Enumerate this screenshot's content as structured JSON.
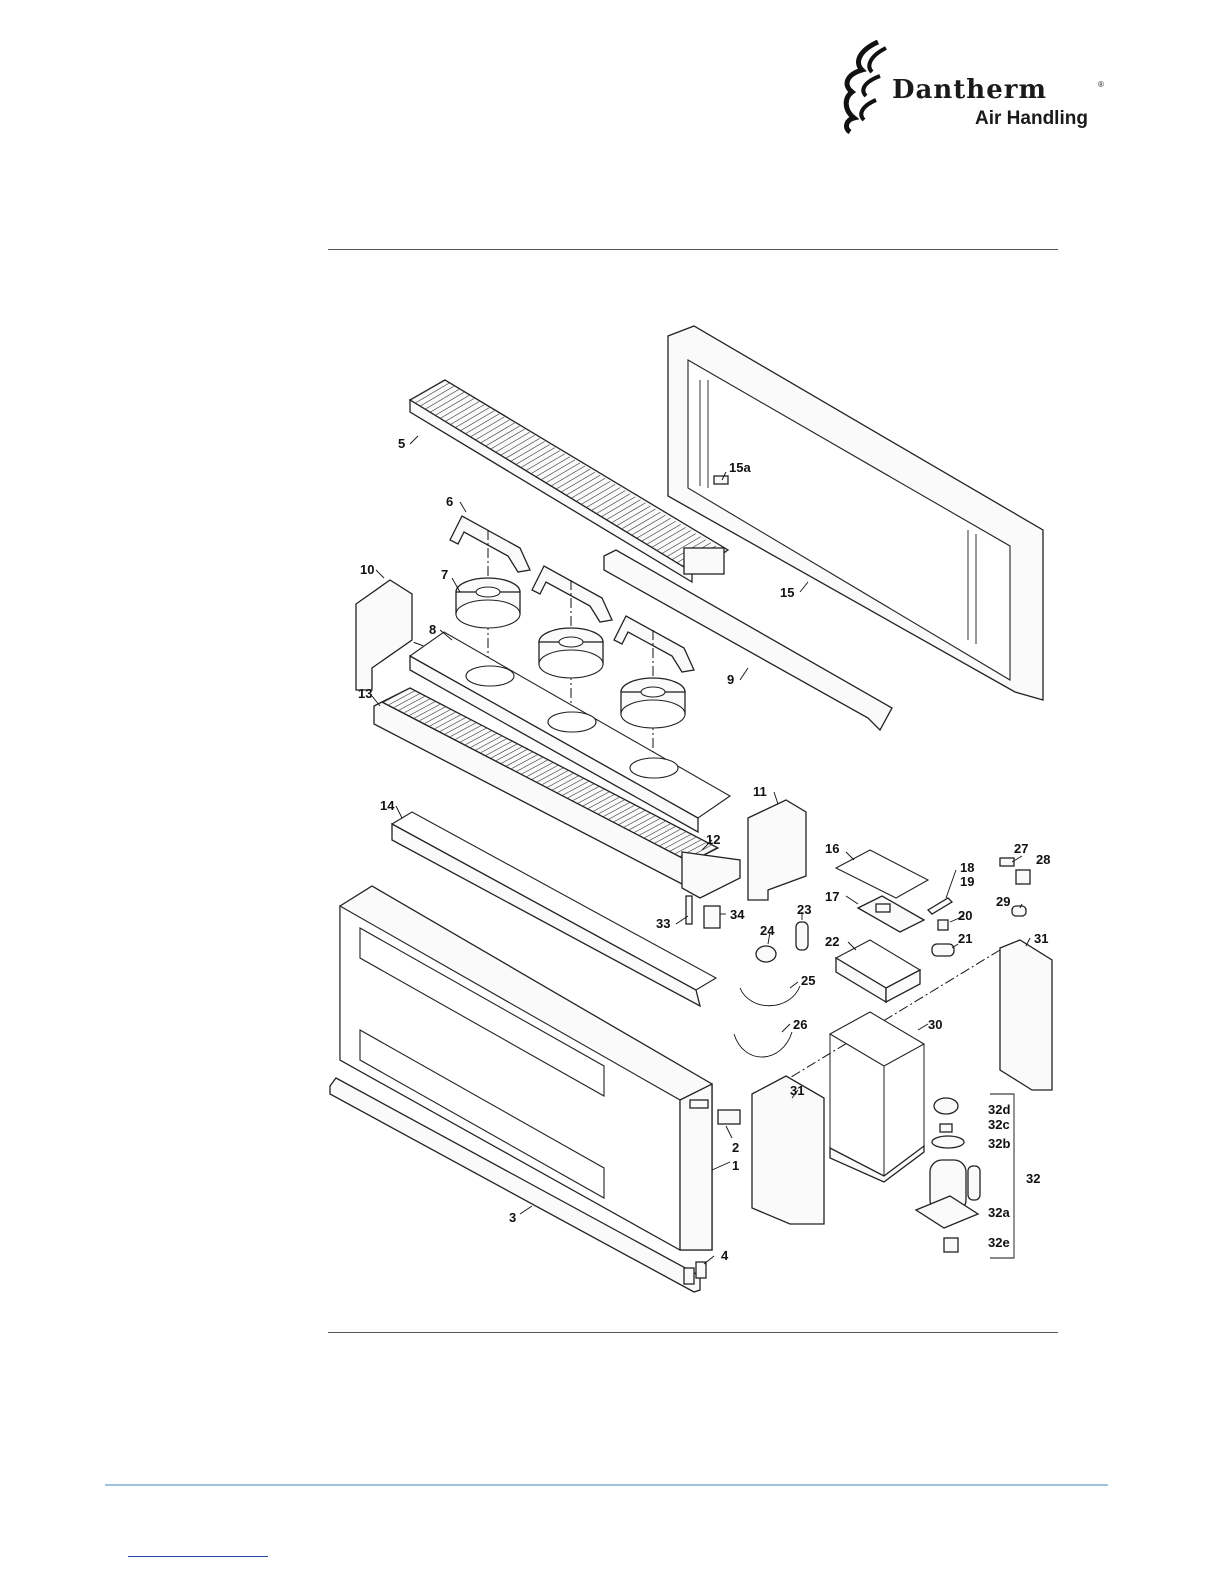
{
  "header": {
    "brand_name": "Dantherm",
    "brand_subtitle": "Air Handling",
    "registered_mark": "®"
  },
  "diagram": {
    "labels": {
      "p1": "1",
      "p2": "2",
      "p3": "3",
      "p4": "4",
      "p5": "5",
      "p6": "6",
      "p7": "7",
      "p8": "8",
      "p9": "9",
      "p10": "10",
      "p11": "11",
      "p12": "12",
      "p13": "13",
      "p14": "14",
      "p15": "15",
      "p15a": "15a",
      "p16": "16",
      "p17": "17",
      "p18": "18",
      "p19": "19",
      "p20": "20",
      "p21": "21",
      "p22": "22",
      "p23": "23",
      "p24": "24",
      "p25": "25",
      "p26": "26",
      "p27": "27",
      "p28": "28",
      "p29": "29",
      "p30": "30",
      "p31a": "31",
      "p31b": "31",
      "p32": "32",
      "p32a": "32a",
      "p32b": "32b",
      "p32c": "32c",
      "p32d": "32d",
      "p32e": "32e",
      "p33": "33",
      "p34": "34"
    }
  }
}
